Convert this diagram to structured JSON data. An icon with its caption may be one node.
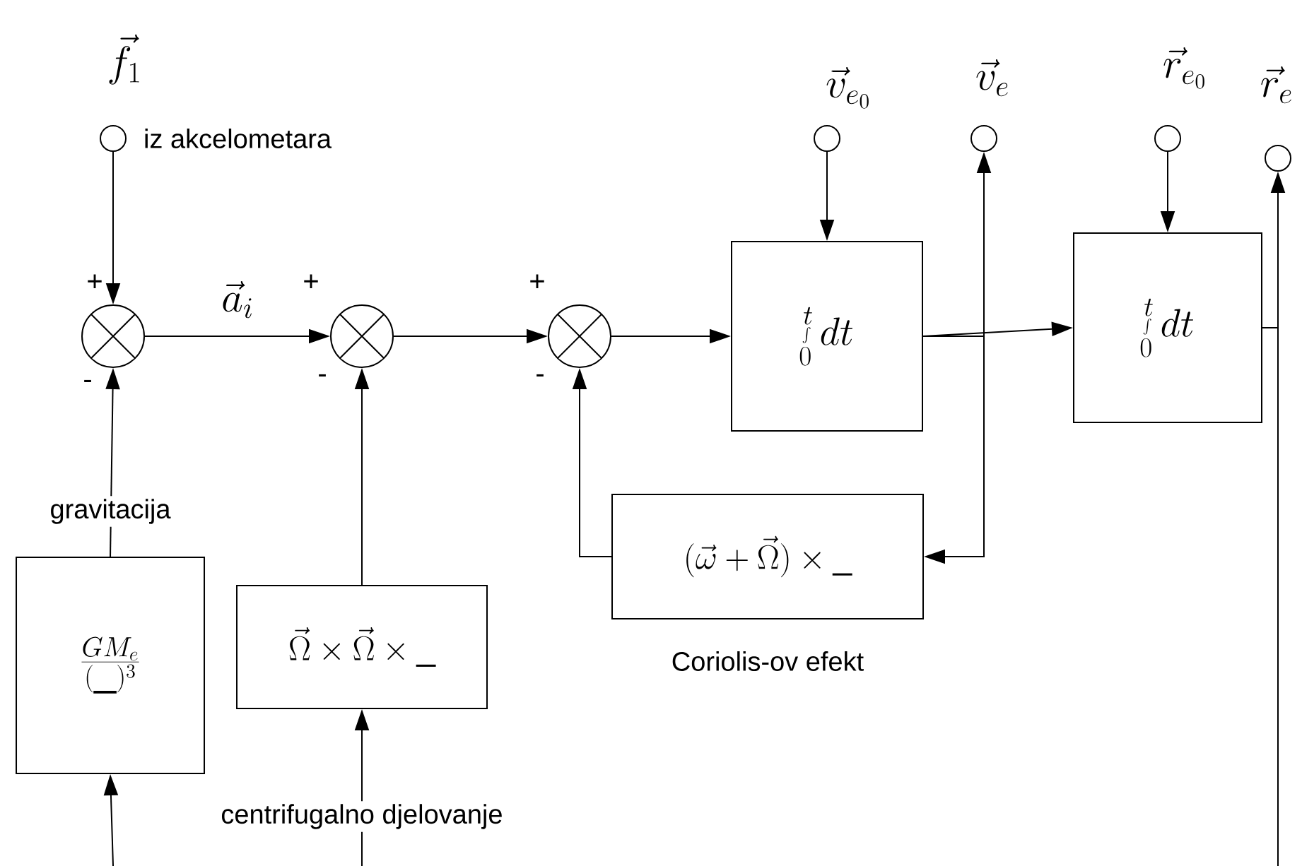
{
  "diagram": {
    "nodes": [
      {
        "text": [],
        "shape": "circle",
        "beside": [
          "\\vec{f}_1",
          "iz akcelometara"
        ]
      },
      {
        "text": [],
        "shape": "circle"
      },
      {
        "text": [],
        "shape": "circle"
      },
      {
        "text": [],
        "shape": "circle"
      },
      {
        "text": [
          "\\int\\limits_0^t dt"
        ]
      },
      {
        "text": [
          "\\int\\limits_0^t dt"
        ]
      },
      {
        "text": [],
        "shape": "circle",
        "beside": [
          "\\vec{v}_{e_0}"
        ]
      },
      {
        "text": [],
        "shape": "circle",
        "beside": [
          "\\vec{v}_e"
        ]
      },
      {
        "text": [],
        "shape": "circle",
        "beside": [
          "\\vec{r}_{e_0}"
        ]
      },
      {
        "text": [],
        "shape": "circle",
        "beside": [
          "\\vec{r}_e"
        ]
      },
      {
        "text": [
          "\\frac{GM_e}{(\\_)^3}"
        ]
      },
      {
        "text": [
          "\\vec{\\Omega}\\times\\vec{\\Omega}\\times\\_"
        ]
      },
      {
        "text": [
          "(\\vec{\\omega}+\\vec{\\Omega})\\times\\_"
        ],
        "beside": [
          "Coriolis-ov efekt"
        ]
      }
    ],
    "edges": [
      {
        "from": 0,
        "to": 1,
        "arrow": "to"
      },
      {
        "from": 1,
        "to": 2,
        "arrow": "to",
        "label": "\\vec{a}_i"
      },
      {
        "from": 2,
        "to": 3,
        "arrow": "to"
      },
      {
        "from": 3,
        "to": 4,
        "arrow": "to"
      },
      {
        "from": 4,
        "to": 5,
        "arrow": "to"
      },
      {
        "from": 6,
        "to": 4,
        "arrow": "to"
      },
      {
        "from": 8,
        "to": 5,
        "arrow": "to"
      },
      {
        "from": 4,
        "to": 7,
        "arrow": "to"
      },
      {
        "from": 4,
        "to": 12,
        "arrow": "to"
      },
      {
        "from": 12,
        "to": 3,
        "arrow": "to"
      },
      {
        "from": 11,
        "to": 2,
        "arrow": "to"
      },
      {
        "from": 10,
        "to": 1,
        "arrow": "to",
        "label": "gravitacija"
      },
      {
        "from": 5,
        "to": 9,
        "arrow": "to"
      },
      {
        "from": 5,
        "to": null,
        "arrow": "none"
      },
      {
        "from": null,
        "to": 10,
        "arrow": "to"
      },
      {
        "from": null,
        "to": 11,
        "arrow": "to",
        "label": "centrifugalno djelovanje"
      }
    ],
    "labels": [
      "+",
      "+",
      "+",
      "-",
      "-",
      "-"
    ]
  }
}
